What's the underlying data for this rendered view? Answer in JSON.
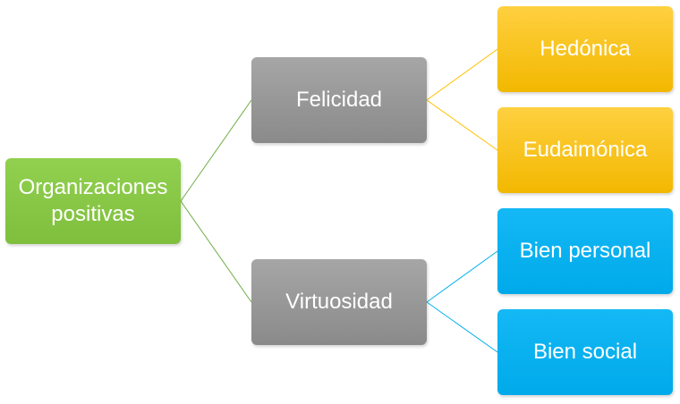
{
  "colors": {
    "root": "#92d050",
    "middle": "#a6a6a6",
    "leaf_gold": "#ffc000",
    "leaf_blue": "#00b0f0",
    "line_green": "#70ad47",
    "line_gold": "#ffc000",
    "line_blue": "#00b0f0"
  },
  "root": {
    "label": "Organizaciones\npositivas"
  },
  "branches": [
    {
      "label": "Felicidad",
      "children": [
        {
          "label": "Hedónica"
        },
        {
          "label": "Eudaimónica"
        }
      ]
    },
    {
      "label": "Virtuosidad",
      "children": [
        {
          "label": "Bien personal"
        },
        {
          "label": "Bien social"
        }
      ]
    }
  ]
}
